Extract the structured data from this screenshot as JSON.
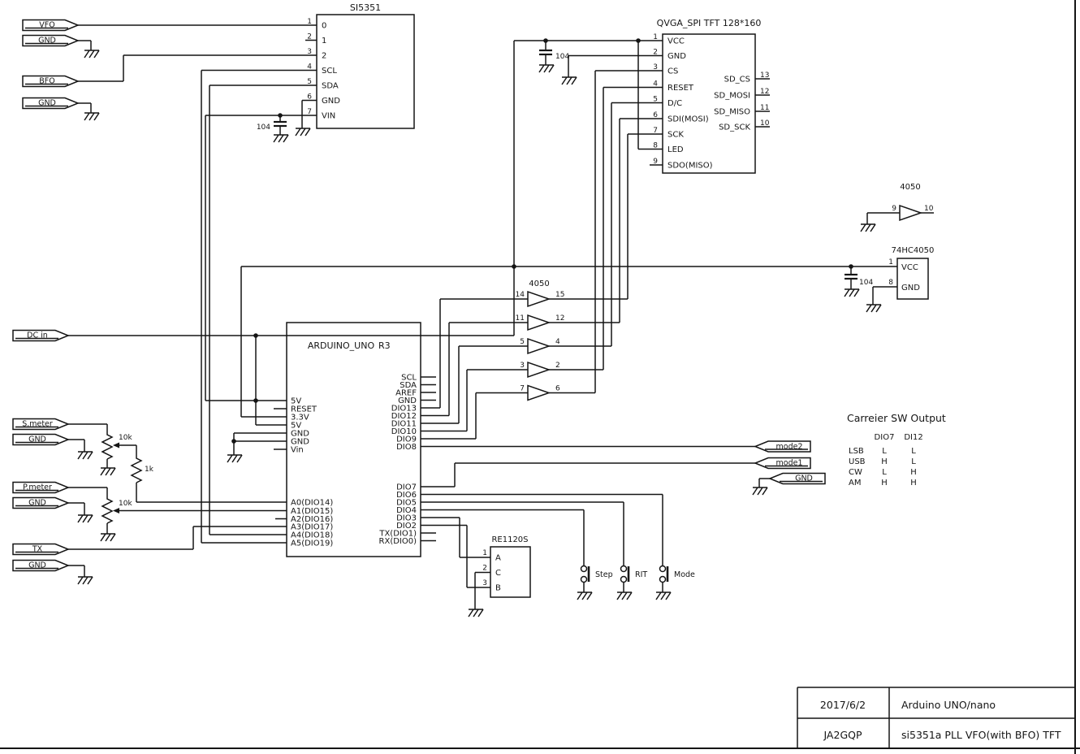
{
  "colors": {
    "ink": "#151515",
    "bg": "#ffffff"
  },
  "si5351": {
    "title": "SI5351",
    "pins": [
      {
        "n": "1",
        "t": "0"
      },
      {
        "n": "2",
        "t": "1"
      },
      {
        "n": "3",
        "t": "2"
      },
      {
        "n": "4",
        "t": "SCL"
      },
      {
        "n": "5",
        "t": "SDA"
      },
      {
        "n": "6",
        "t": "GND"
      },
      {
        "n": "7",
        "t": "VIN"
      }
    ]
  },
  "tft": {
    "title": "QVGA_SPI TFT 128*160",
    "left": [
      {
        "n": "1",
        "t": "VCC"
      },
      {
        "n": "2",
        "t": "GND"
      },
      {
        "n": "3",
        "t": "CS"
      },
      {
        "n": "4",
        "t": "RESET"
      },
      {
        "n": "5",
        "t": "D/C"
      },
      {
        "n": "6",
        "t": "SDI(MOSI)"
      },
      {
        "n": "7",
        "t": "SCK"
      },
      {
        "n": "8",
        "t": "LED"
      },
      {
        "n": "9",
        "t": "SDO(MISO)"
      }
    ],
    "right": [
      {
        "n": "13",
        "t": "SD_CS"
      },
      {
        "n": "12",
        "t": "SD_MOSI"
      },
      {
        "n": "11",
        "t": "SD_MISO"
      },
      {
        "n": "10",
        "t": "SD_SCK"
      }
    ]
  },
  "arduino": {
    "title": "ARDUINO_UNO",
    "rev": "R3",
    "power": [
      "5V",
      "RESET",
      "3.3V",
      "5V",
      "GND",
      "GND",
      "Vin"
    ],
    "analog": [
      "A0(DIO14)",
      "A1(DIO15)",
      "A2(DIO16)",
      "A3(DIO17)",
      "A4(DIO18)",
      "A5(DIO19)"
    ],
    "digital_top": [
      "SCL",
      "SDA",
      "AREF",
      "GND",
      "DIO13",
      "DIO12",
      "DIO11",
      "DIO10",
      "DIO9",
      "DIO8"
    ],
    "digital_bottom": [
      "DIO7",
      "DIO6",
      "DIO5",
      "DIO4",
      "DIO3",
      "DIO2",
      "TX(DIO1)",
      "RX(DIO0)"
    ]
  },
  "buf": {
    "title": "4050",
    "pairs": [
      {
        "i": "14",
        "o": "15"
      },
      {
        "i": "11",
        "o": "12"
      },
      {
        "i": "5",
        "o": "4"
      },
      {
        "i": "3",
        "o": "2"
      },
      {
        "i": "7",
        "o": "6"
      }
    ]
  },
  "buf2": {
    "title": "4050",
    "i": "9",
    "o": "10"
  },
  "hc": {
    "title": "74HC4050",
    "vcc_n": "1",
    "vcc": "VCC",
    "gnd_n": "8",
    "gnd": "GND"
  },
  "enc": {
    "title": "RE1120S",
    "pins": [
      {
        "n": "1",
        "t": "A"
      },
      {
        "n": "2",
        "t": "C"
      },
      {
        "n": "3",
        "t": "B"
      }
    ]
  },
  "flags": {
    "vfo": "VFO",
    "gnd": "GND",
    "bfo": "BFO",
    "dc_in": "DC in",
    "s_meter": "S.meter",
    "p_meter": "P.meter",
    "tx": "TX",
    "mode2": "mode2",
    "mode1": "mode1"
  },
  "parts": {
    "c104": "104",
    "r10k": "10k",
    "r1k": "1k"
  },
  "buttons": {
    "step": "Step",
    "rit": "RIT",
    "mode": "Mode"
  },
  "table": {
    "title": "Carreier SW Output",
    "col1": "DIO7",
    "col2": "DI12",
    "rows": [
      {
        "m": "LSB",
        "a": "L",
        "b": "L"
      },
      {
        "m": "USB",
        "a": "H",
        "b": "L"
      },
      {
        "m": "CW",
        "a": "L",
        "b": "H"
      },
      {
        "m": "AM",
        "a": "H",
        "b": "H"
      }
    ]
  },
  "tb": {
    "date": "2017/6/2",
    "board": "Arduino UNO/nano",
    "author": "JA2GQP",
    "doc": "si5351a PLL VFO(with BFO) TFT"
  }
}
